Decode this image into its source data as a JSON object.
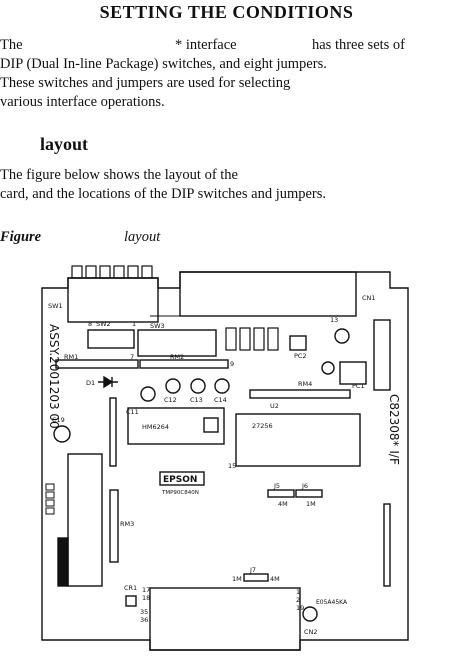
{
  "heading": "SETTING THE CONDITIONS",
  "intro": {
    "line1_a": "The",
    "line1_b": "* interface",
    "line1_c": "has three sets of",
    "line2": "DIP (Dual In-line Package) switches, and eight jumpers.",
    "line3": "These switches and jumpers are used for selecting",
    "line4": "various interface operations."
  },
  "subheading": "layout",
  "desc": {
    "line1": "The figure below shows the layout of the",
    "line2": "card, and the locations of the DIP switches and jumpers."
  },
  "figure_caption": {
    "word": "Figure",
    "title": "layout"
  },
  "board": {
    "assy": "ASSY.2001203 00",
    "model": "C82308* I/F",
    "brand": "EPSON",
    "chip_tmp": "TMP90C840N",
    "chip_hm": "HM6264",
    "chip_eprom": "27256",
    "part_code": "E05A45KA",
    "labels": {
      "sw1": "SW1",
      "sw2": "SW2",
      "sw3": "SW3",
      "cn1": "CN1",
      "cn2": "CN2",
      "cr1": "CR1",
      "rm1": "RM1",
      "rm2": "RM2",
      "rm3": "RM3",
      "rm4": "RM4",
      "d1": "D1",
      "c11": "C11",
      "c12": "C12",
      "c13": "C13",
      "c14": "C14",
      "c19": "C19",
      "j5": "J5",
      "j6": "J6",
      "j7": "J7",
      "m4a": "4M",
      "m1a": "1M",
      "m1b": "1M",
      "m4b": "4M",
      "pc1": "PC1",
      "pc2": "PC2",
      "u2": "U2",
      "pin1": "1",
      "pin8": "8",
      "pin7": "7",
      "pin9": "9",
      "pin13": "13",
      "pin15": "15",
      "pin17": "17",
      "pin18": "18",
      "pin19": "19",
      "pin35": "35",
      "pin36": "36",
      "pin2": "2",
      "pin1b": "1"
    }
  }
}
